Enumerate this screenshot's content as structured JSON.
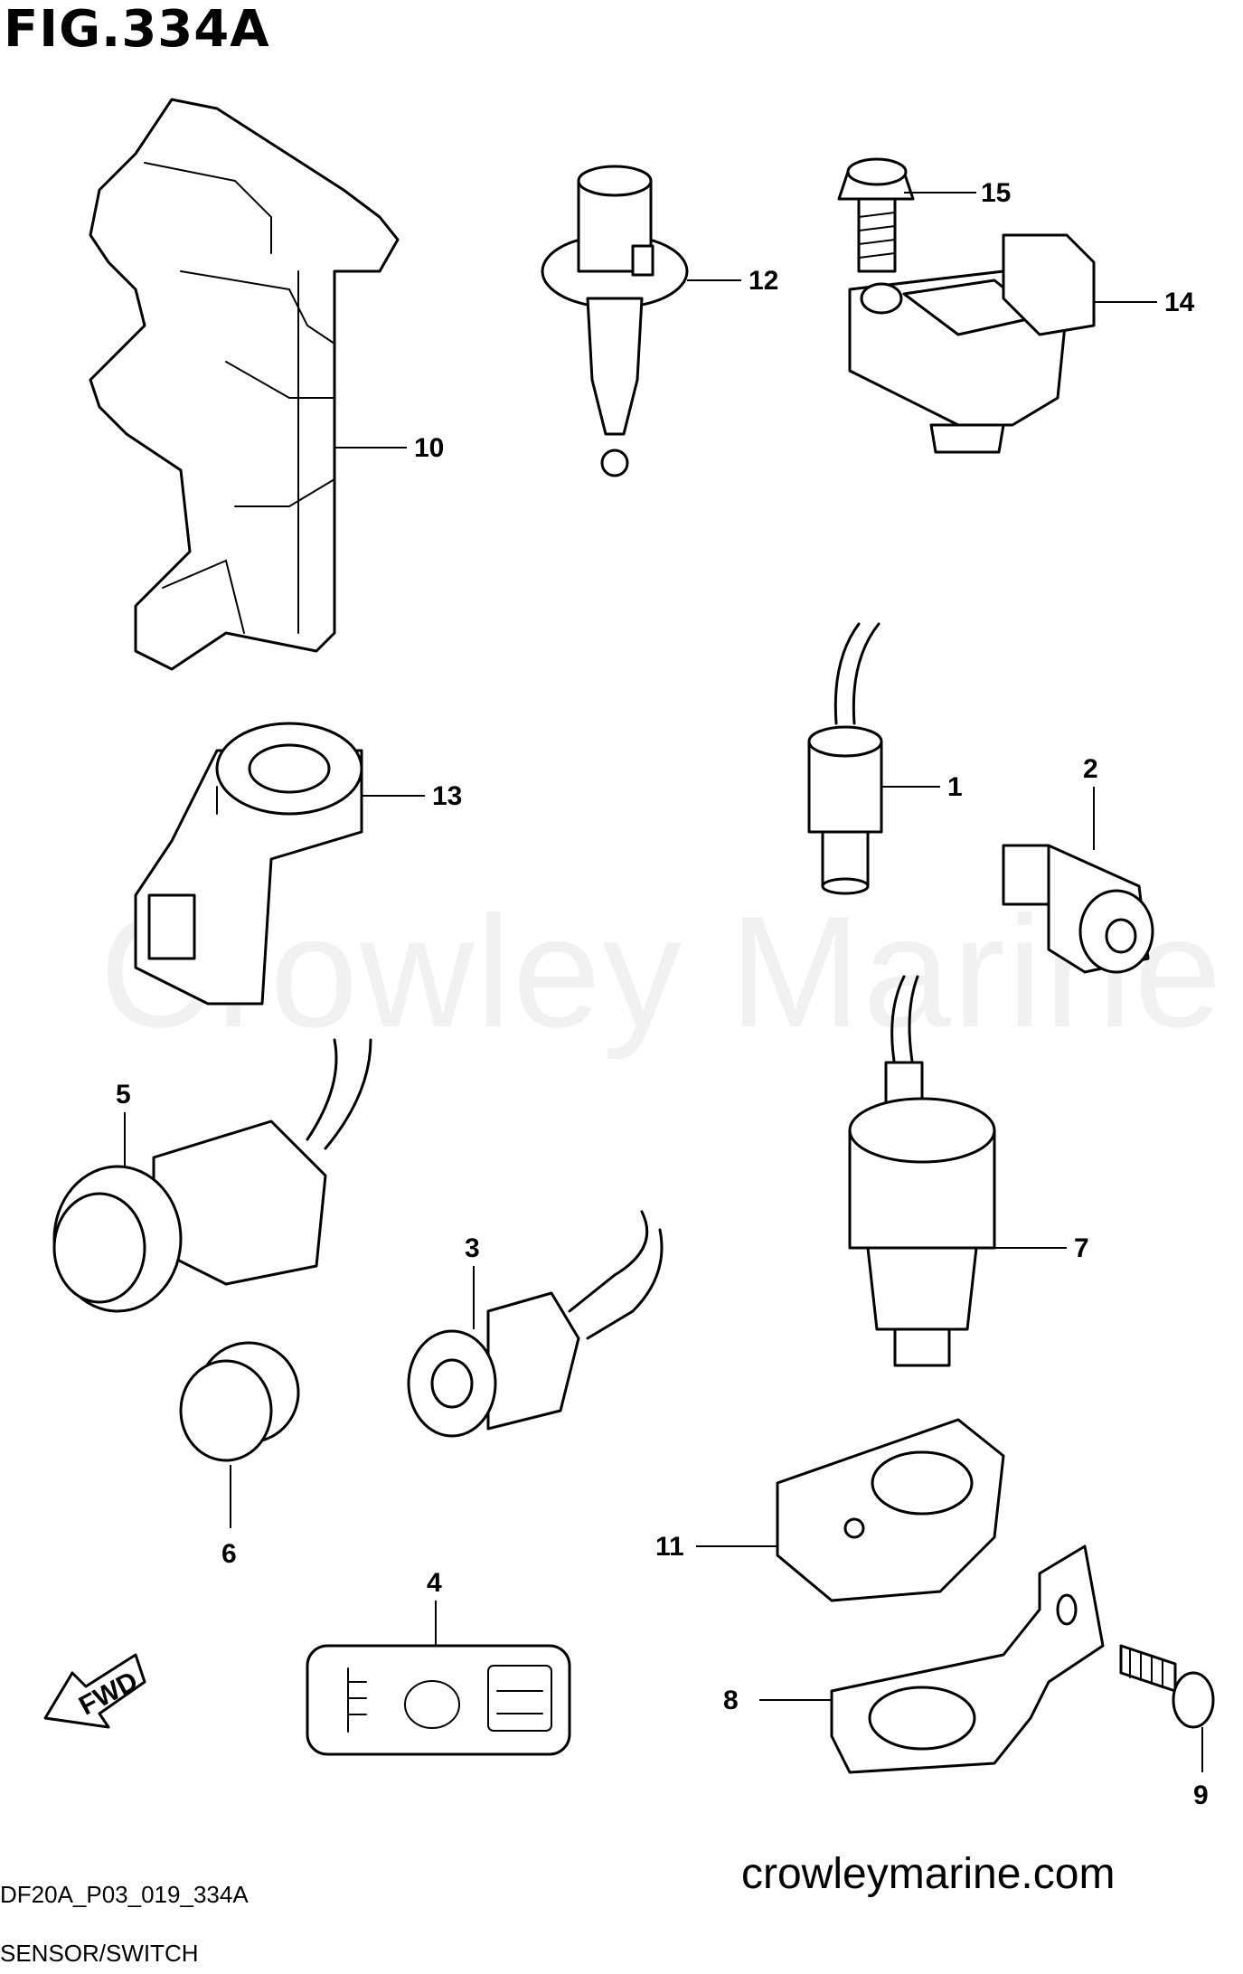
{
  "figure": {
    "title": "FIG.334A",
    "watermark": "Crowley Marine",
    "website": "crowleymarine.com",
    "drawing_code": "DF20A_P03_019_334A",
    "subtitle": "SENSOR/SWITCH"
  },
  "direction_badge": {
    "label": "FWD"
  },
  "callouts": [
    "15",
    "12",
    "14",
    "10",
    "1",
    "2",
    "13",
    "5",
    "7",
    "3",
    "11",
    "6",
    "4",
    "8",
    "9"
  ]
}
